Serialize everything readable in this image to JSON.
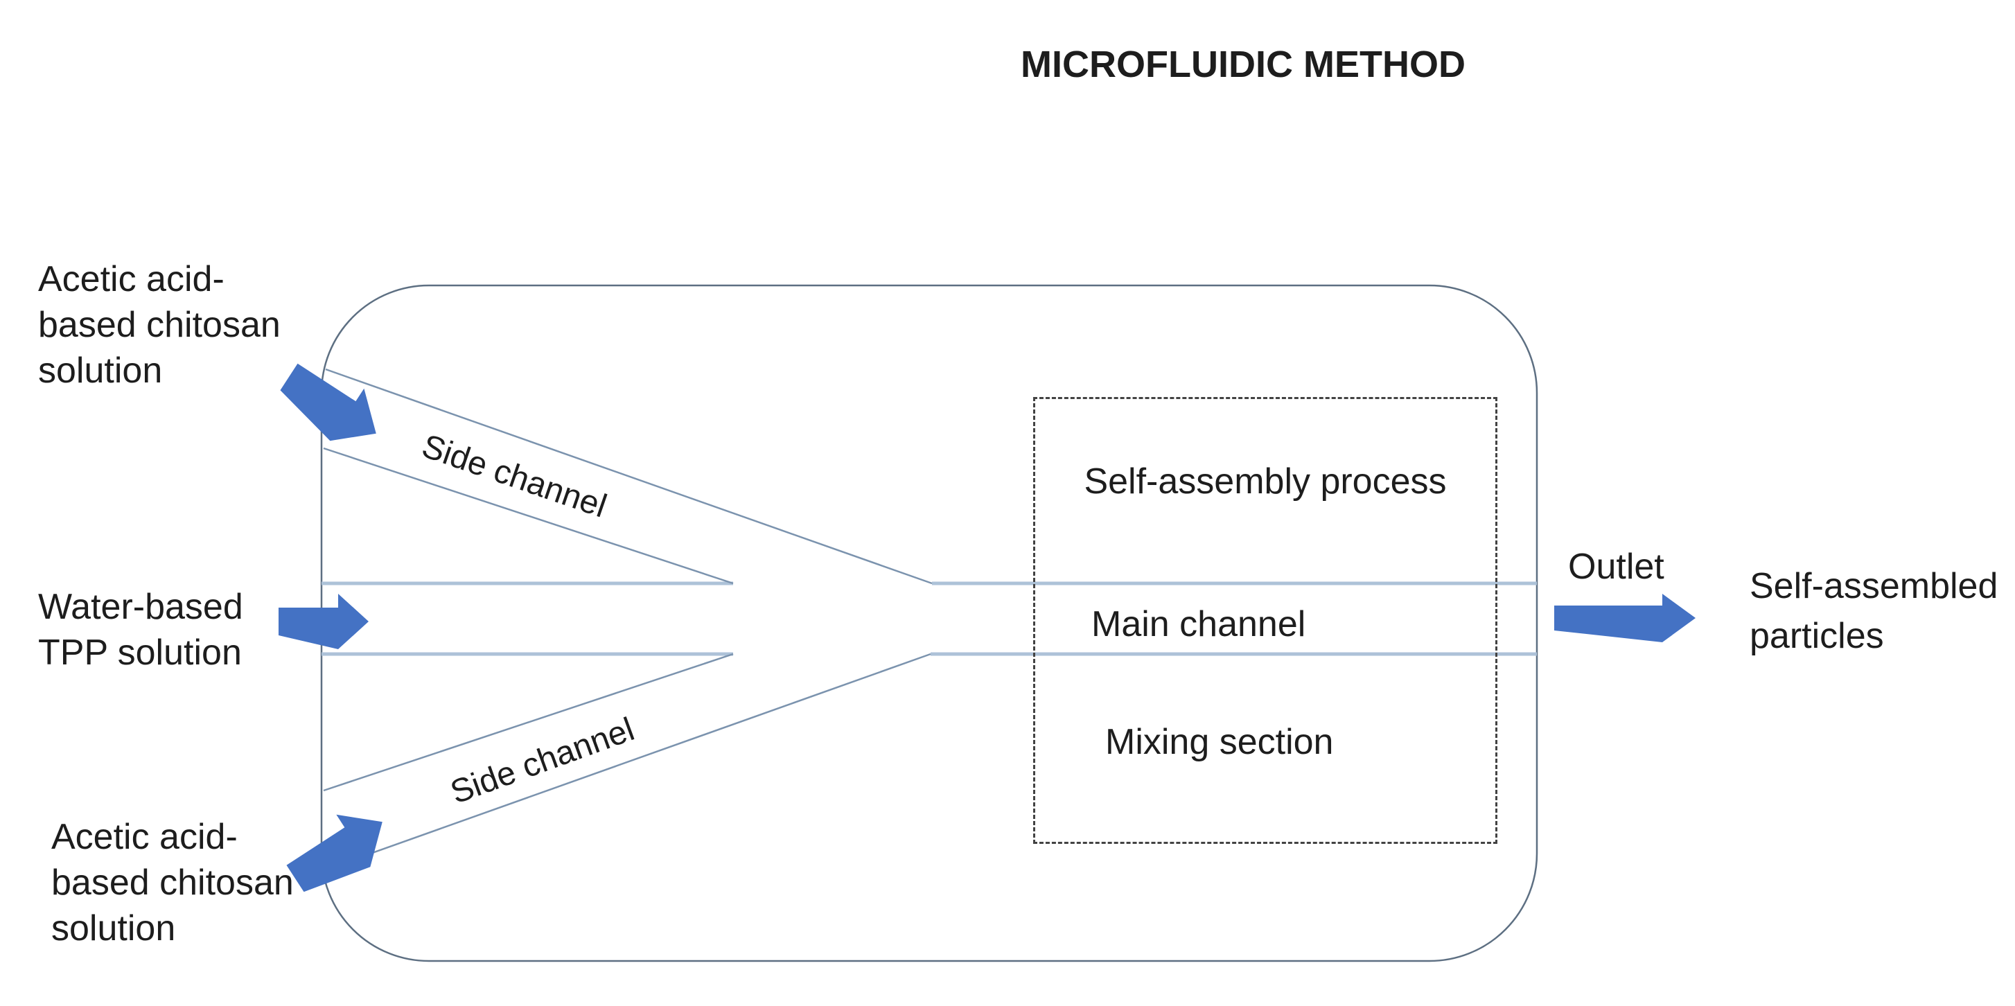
{
  "title": "MICROFLUIDIC METHOD",
  "colors": {
    "arrow": "#4472c4",
    "chip_outline": "#5d6f82",
    "channel_line": "#adc2d8",
    "side_channel_line": "#7b93ae",
    "dashed_box": "#434343",
    "text": "#1d1d1d"
  },
  "inlets": {
    "top": [
      "Acetic acid-",
      "based chitosan",
      "solution"
    ],
    "middle": [
      "Water-based",
      "TPP solution"
    ],
    "bottom": [
      "Acetic acid-",
      "based chitosan",
      "solution"
    ]
  },
  "chip": {
    "side_channel_top": "Side channel",
    "side_channel_bottom": "Side channel",
    "main_channel": "Main channel",
    "self_assembly": "Self-assembly process",
    "mixing": "Mixing section"
  },
  "outlet": {
    "label": "Outlet",
    "product": [
      "Self-assembled",
      "particles"
    ]
  }
}
